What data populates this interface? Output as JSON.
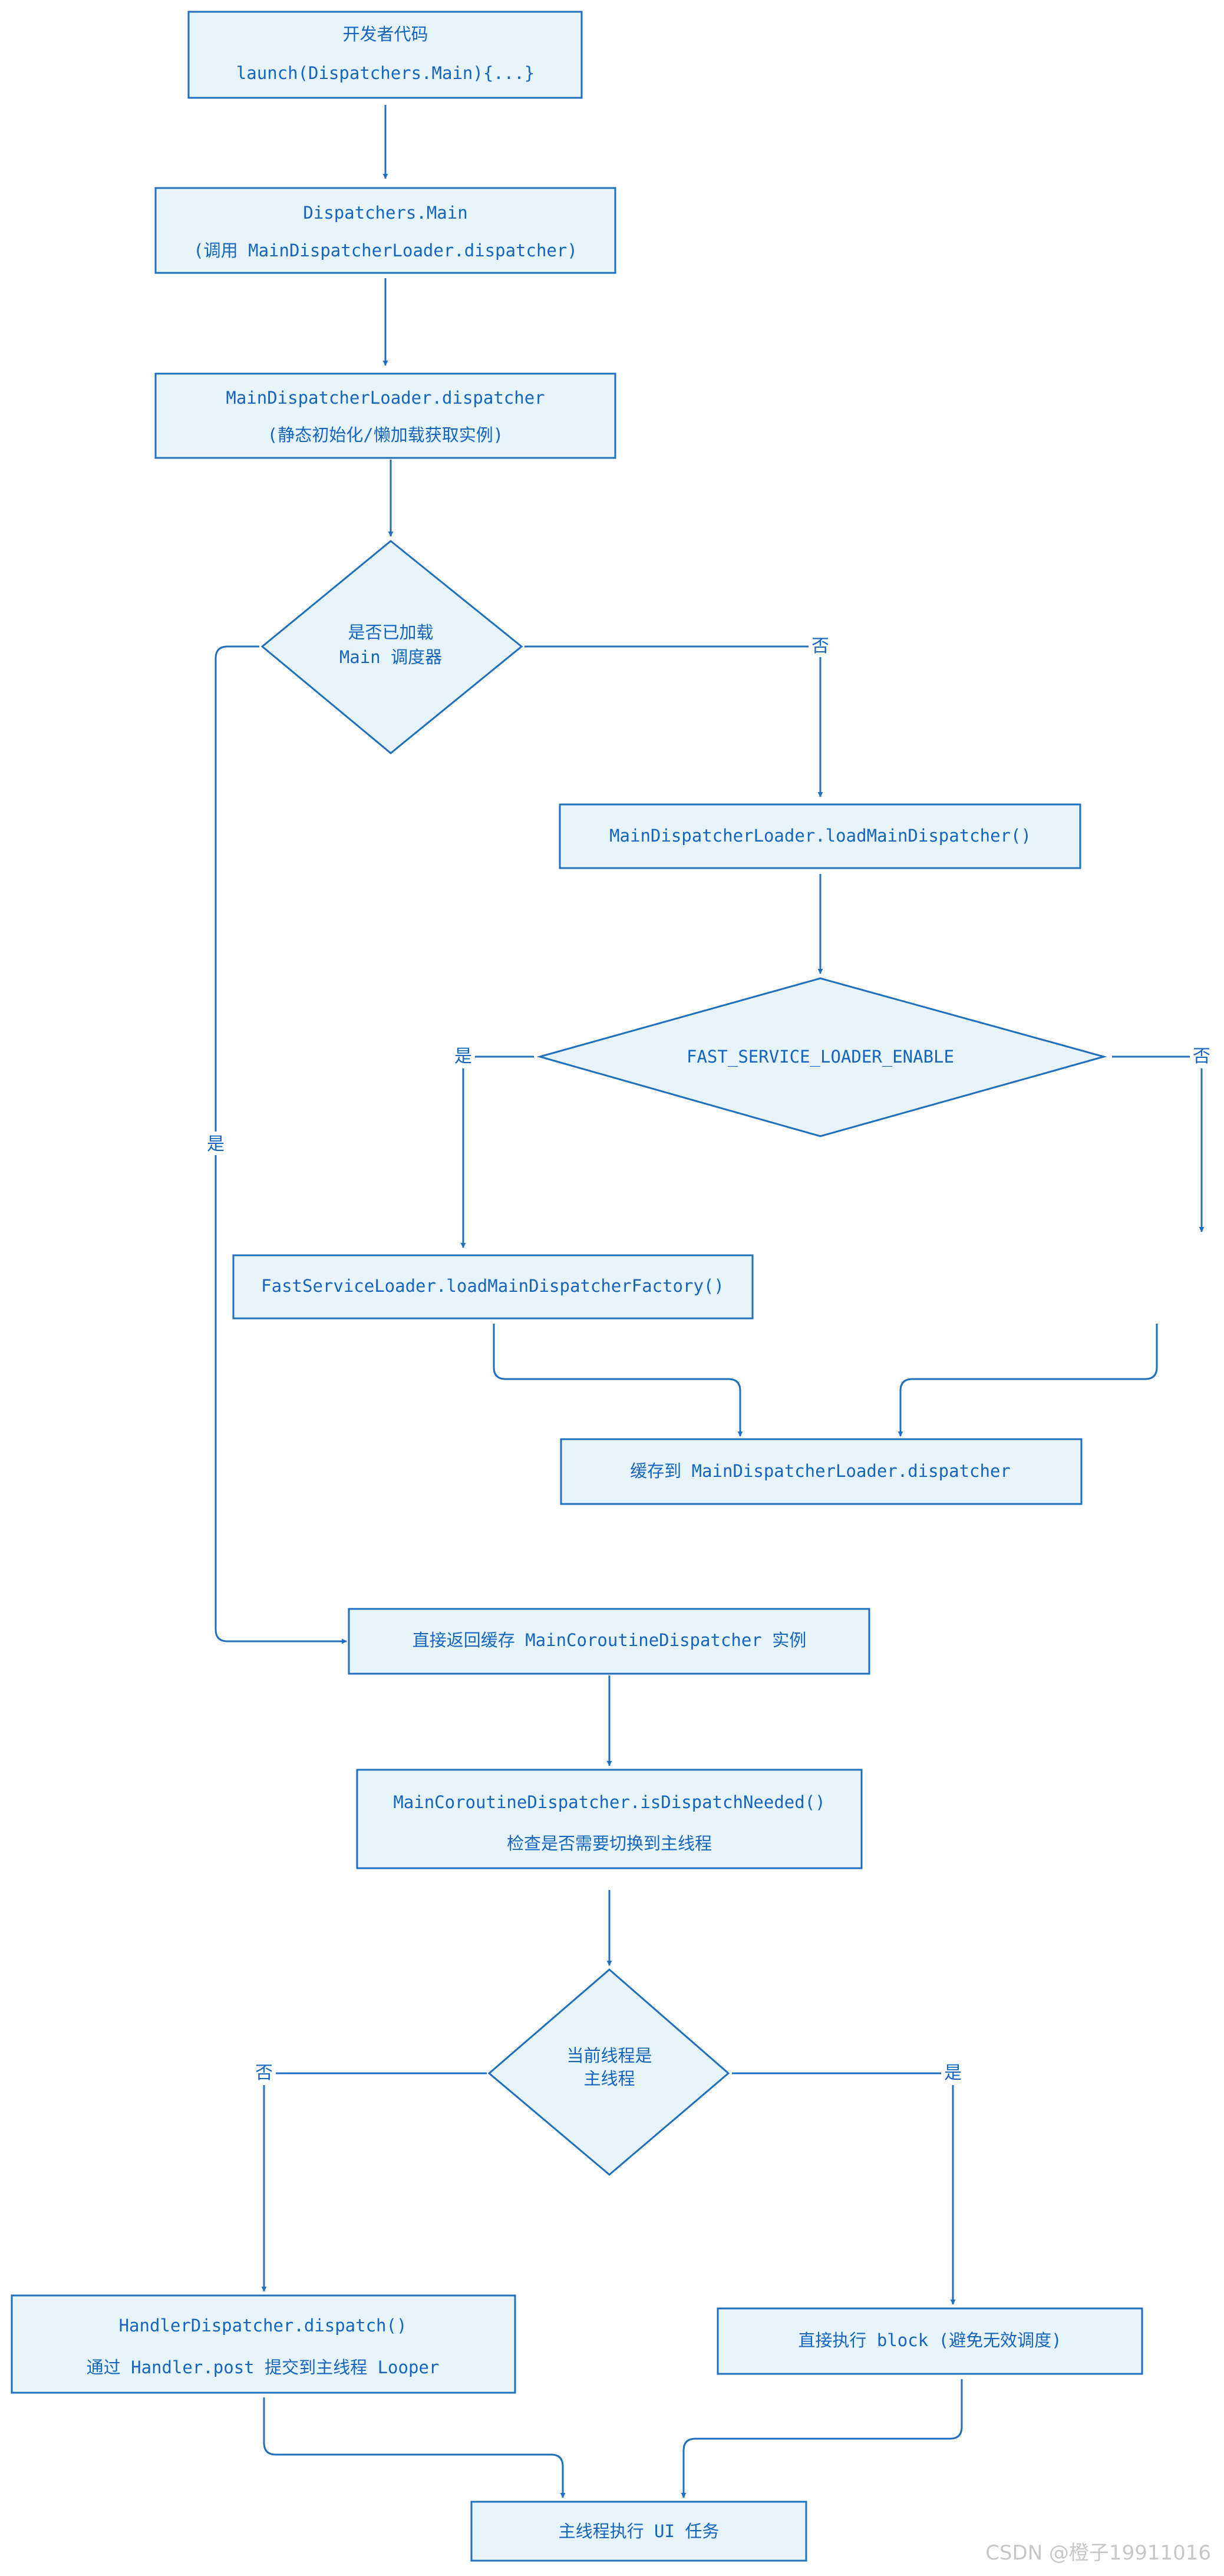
{
  "nodes": {
    "n1": {
      "lines": [
        "开发者代码",
        "launch(Dispatchers.Main){...}"
      ]
    },
    "n2": {
      "lines": [
        "Dispatchers.Main",
        "(调用 MainDispatcherLoader.dispatcher)"
      ]
    },
    "n3": {
      "lines": [
        "MainDispatcherLoader.dispatcher",
        "(静态初始化/懒加载获取实例)"
      ]
    },
    "d1": {
      "lines": [
        "是否已加载",
        "Main 调度器"
      ]
    },
    "n4": {
      "lines": [
        "MainDispatcherLoader.loadMainDispatcher()"
      ]
    },
    "d2": {
      "lines": [
        "FAST_SERVICE_LOADER_ENABLE"
      ]
    },
    "n5": {
      "lines": [
        "FastServiceLoader.loadMainDispatcherFactory()"
      ]
    },
    "n6": {
      "lines": [
        "缓存到 MainDispatcherLoader.dispatcher"
      ]
    },
    "n7": {
      "lines": [
        "直接返回缓存 MainCoroutineDispatcher 实例"
      ]
    },
    "n8": {
      "lines": [
        "MainCoroutineDispatcher.isDispatchNeeded()",
        "检查是否需要切换到主线程"
      ]
    },
    "d3": {
      "lines": [
        "当前线程是",
        "主线程"
      ]
    },
    "n9": {
      "lines": [
        "HandlerDispatcher.dispatch()",
        "通过 Handler.post 提交到主线程 Looper"
      ]
    },
    "n10": {
      "lines": [
        "直接执行 block (避免无效调度)"
      ]
    },
    "n11": {
      "lines": [
        "主线程执行 UI 任务"
      ]
    }
  },
  "edge_labels": {
    "d1_no": "否",
    "d1_yes": "是",
    "d2_yes": "是",
    "d2_no": "否",
    "d3_no": "否",
    "d3_yes": "是"
  },
  "watermark": "CSDN @橙子19911016"
}
